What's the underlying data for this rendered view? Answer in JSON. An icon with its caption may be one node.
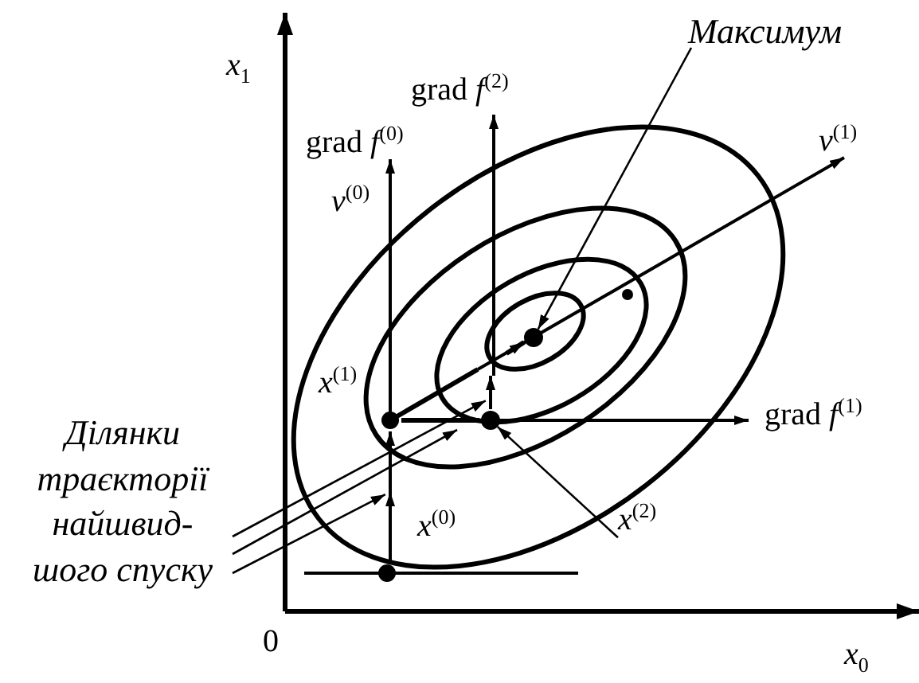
{
  "diagram": {
    "nodes": [
      {
        "text": [
          "Максимум"
        ]
      },
      {
        "text": [],
        "shape": "circle"
      },
      {
        "text": [
          "Ділянки траєкторії найшвид- шого спуску"
        ]
      },
      {
        "text": [
          "*x*$^{(2)}$"
        ]
      },
      {
        "text": [],
        "shape": "circle"
      },
      {
        "text": [],
        "shape": "bar"
      },
      {
        "text": [],
        "shape": "bar"
      },
      {
        "text": [],
        "shape": "bar"
      }
    ],
    "edges": [
      {
        "from": 0,
        "to": 1,
        "arrow": "to"
      },
      {
        "from": 2,
        "to": 5,
        "arrow": "to"
      },
      {
        "from": 2,
        "to": 6,
        "arrow": "to"
      },
      {
        "from": 2,
        "to": 7,
        "arrow": "to"
      },
      {
        "from": 3,
        "to": 4,
        "arrow": "to"
      }
    ],
    "labels": [
      "*x*$_{1}$",
      "grad *f*$^{(2)}$",
      "grad *f*$^{(0)}$",
      "*v*$^{(1)}$",
      "*v*$^{(0)}$",
      "*x*$^{(1)}$",
      "grad *f*$^{(1)}$",
      "*x*$^{(0)}$",
      "0",
      "*x*$_{0}$"
    ]
  }
}
